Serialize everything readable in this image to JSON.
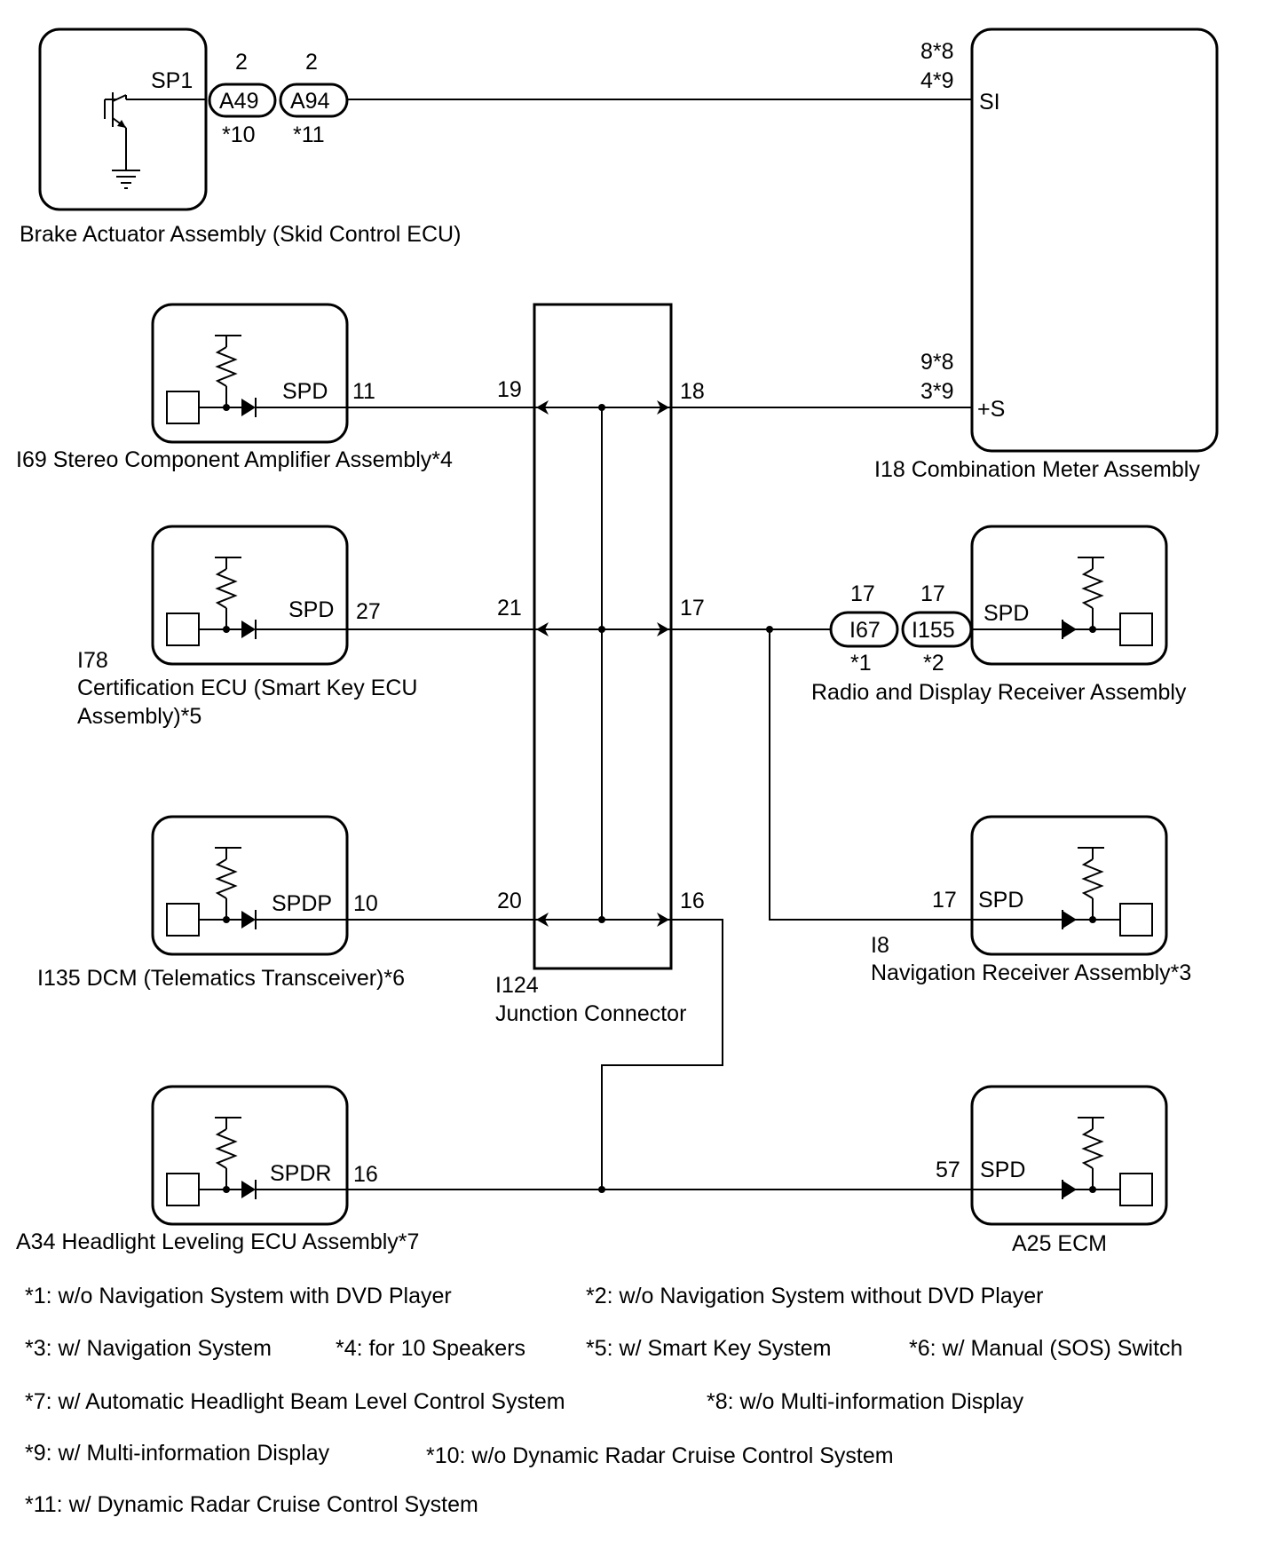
{
  "components": {
    "brake_actuator": {
      "label": "Brake Actuator Assembly (Skid Control ECU)",
      "terminal": "SP1"
    },
    "combination_meter": {
      "label": "I18  Combination Meter Assembly",
      "terminal_si": "SI",
      "terminal_s": "+S",
      "pin_si_a": "8*8",
      "pin_si_b": "4*9",
      "pin_s_a": "9*8",
      "pin_s_b": "3*9"
    },
    "stereo_amp": {
      "label": "I69  Stereo Component Amplifier Assembly*4",
      "terminal": "SPD",
      "pin": "11"
    },
    "cert_ecu": {
      "label_1": "I78",
      "label_2": "Certification ECU (Smart Key ECU",
      "label_3": "Assembly)*5",
      "terminal": "SPD",
      "pin": "27"
    },
    "dcm": {
      "label": "I135  DCM (Telematics Transceiver)*6",
      "terminal": "SPDP",
      "pin": "10"
    },
    "headlight_ecu": {
      "label": "A34  Headlight Leveling ECU Assembly*7",
      "terminal": "SPDR",
      "pin": "16"
    },
    "radio_receiver": {
      "label": "Radio and Display Receiver Assembly",
      "terminal": "SPD"
    },
    "nav_receiver": {
      "label_1": "I8",
      "label_2": "Navigation Receiver Assembly*3",
      "terminal": "SPD",
      "pin": "17"
    },
    "ecm": {
      "label": "A25  ECM",
      "terminal": "SPD",
      "pin": "57"
    },
    "junction": {
      "label_1": "I124",
      "label_2": "Junction Connector",
      "pin_19": "19",
      "pin_18": "18",
      "pin_21": "21",
      "pin_17": "17",
      "pin_20": "20",
      "pin_16": "16"
    }
  },
  "connectors": {
    "a49": {
      "name": "A49",
      "pin": "2",
      "note": "*10"
    },
    "a94": {
      "name": "A94",
      "pin": "2",
      "note": "*11"
    },
    "i67": {
      "name": "I67",
      "pin": "17",
      "note": "*1"
    },
    "i155": {
      "name": "I155",
      "pin": "17",
      "note": "*2"
    }
  },
  "notes": [
    "*1: w/o Navigation System with DVD Player",
    "*2: w/o Navigation System without DVD Player",
    "*3: w/ Navigation System",
    "*4: for 10 Speakers",
    "*5: w/ Smart Key System",
    "*6: w/ Manual (SOS) Switch",
    "*7: w/ Automatic Headlight Beam Level Control System",
    "*8: w/o Multi-information Display",
    "*9: w/ Multi-information Display",
    "*10: w/o Dynamic Radar Cruise Control System",
    "*11: w/ Dynamic Radar Cruise Control System"
  ]
}
